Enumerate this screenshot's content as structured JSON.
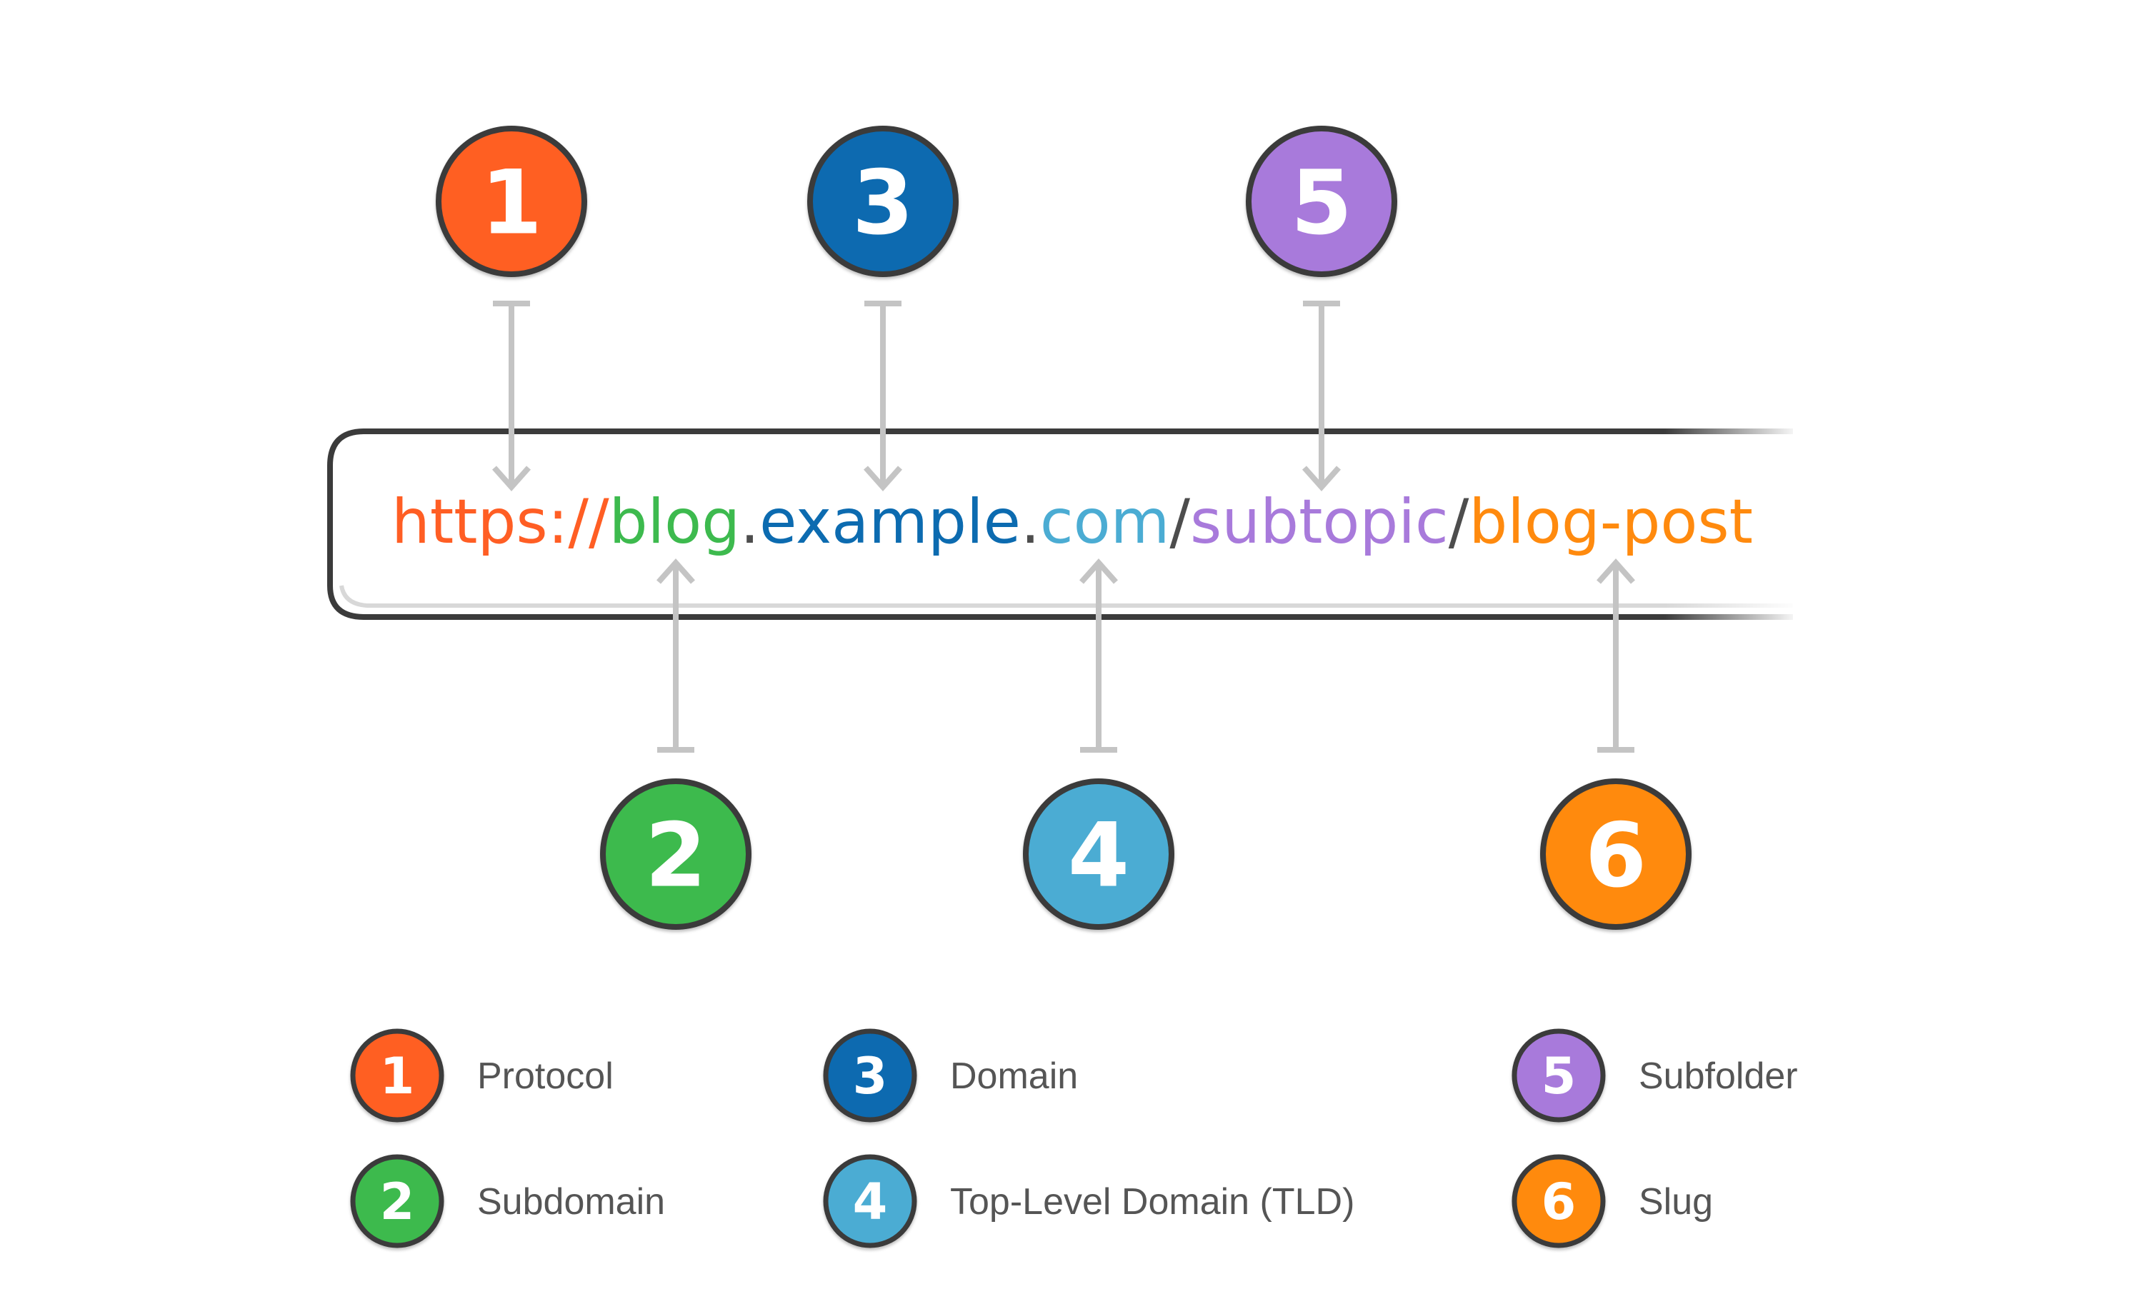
{
  "url": {
    "parts": [
      {
        "text": "https://",
        "color": "#ff5e24"
      },
      {
        "text": "blog",
        "color": "#3dba4e"
      },
      {
        "text": ".",
        "color": "#4d4d4d"
      },
      {
        "text": "example",
        "color": "#0c6bb0"
      },
      {
        "text": ".",
        "color": "#4d4d4d"
      },
      {
        "text": "com",
        "color": "#4bacd3"
      },
      {
        "text": "/",
        "color": "#4d4d4d"
      },
      {
        "text": "subtopic",
        "color": "#a87adb"
      },
      {
        "text": "/",
        "color": "#4d4d4d"
      },
      {
        "text": "blog-post",
        "color": "#ff8a0e"
      }
    ]
  },
  "components": [
    {
      "number": "1",
      "label": "Protocol",
      "color": "#ff5e24"
    },
    {
      "number": "2",
      "label": "Subdomain",
      "color": "#3dba4e"
    },
    {
      "number": "3",
      "label": "Domain",
      "color": "#0c6bb0"
    },
    {
      "number": "4",
      "label": "Top-Level Domain (TLD)",
      "color": "#4bacd3"
    },
    {
      "number": "5",
      "label": "Subfolder",
      "color": "#a87adb"
    },
    {
      "number": "6",
      "label": "Slug",
      "color": "#ff8a0e"
    }
  ],
  "colors": {
    "outline": "#3b3b3b",
    "connector": "#c4c4c4",
    "separator": "#4d4d4d"
  }
}
